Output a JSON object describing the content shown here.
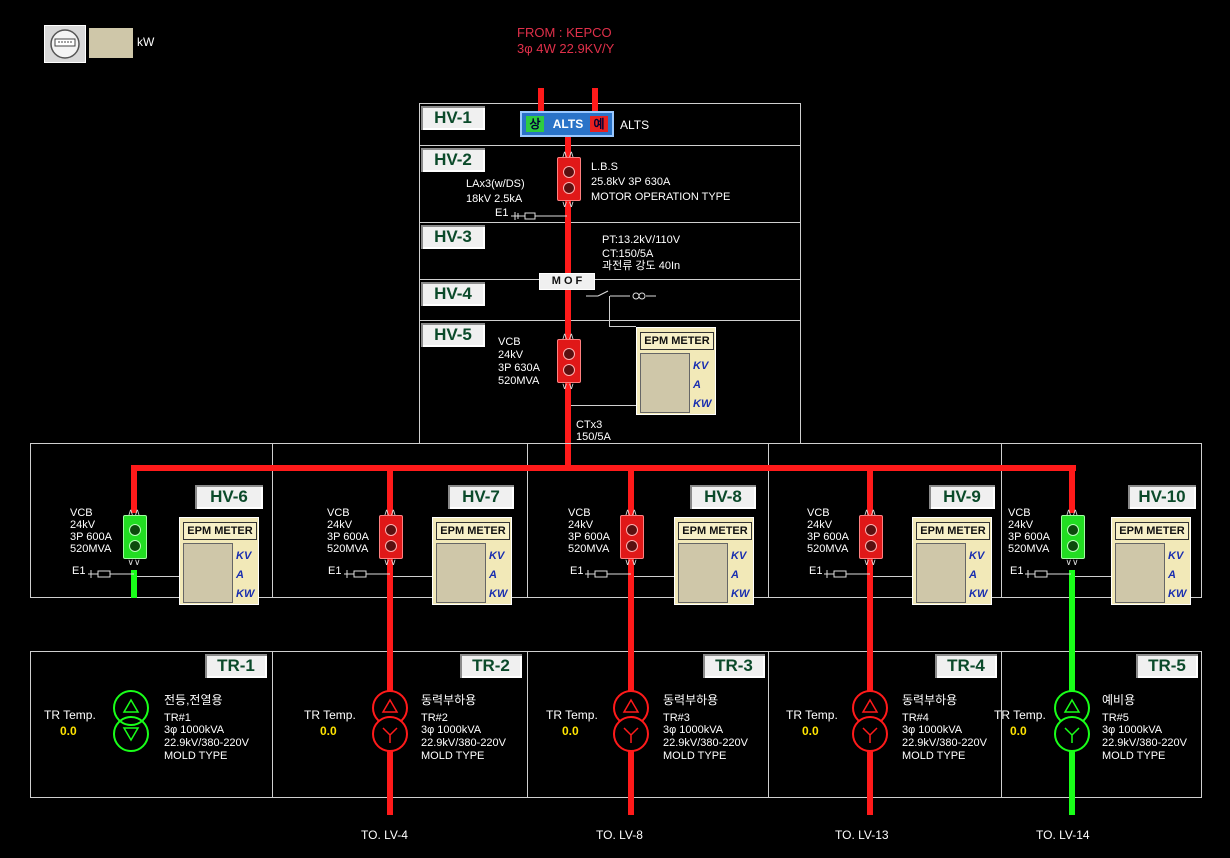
{
  "power_meter": {
    "value": "",
    "unit": "kW"
  },
  "source": {
    "line1": "FROM : KEPCO",
    "line2": "3φ 4W 22.9KV/Y"
  },
  "hv1": {
    "label": "HV-1",
    "alts_left": "상",
    "alts_mid": "ALTS",
    "alts_right": "예",
    "alts_text": "ALTS"
  },
  "hv2": {
    "label": "HV-2",
    "la_line1": "LAx3(w/DS)",
    "la_line2": "18kV 2.5kA",
    "ground": "E1",
    "lbs_line1": "L.B.S",
    "lbs_line2": "25.8kV 3P 630A",
    "lbs_line3": "MOTOR OPERATION TYPE"
  },
  "hv3": {
    "label": "HV-3",
    "pt": "PT:13.2kV/110V",
    "ct": "CT:150/5A",
    "oc": "과전류 강도 40In"
  },
  "hv4": {
    "label": "HV-4",
    "mof": "M O F"
  },
  "hv5": {
    "label": "HV-5",
    "vcb1": "VCB",
    "vcb2": "24kV",
    "vcb3": "3P 630A",
    "vcb4": "520MVA",
    "ct1": "CTx3",
    "ct2": "150/5A"
  },
  "epm": {
    "title": "EPM METER",
    "u1": "KV",
    "u2": "A",
    "u3": "KW"
  },
  "feeders": [
    {
      "label": "HV-6",
      "v1": "VCB",
      "v2": "24kV",
      "v3": "3P 600A",
      "v4": "520MVA",
      "ground": "E1",
      "state": "green"
    },
    {
      "label": "HV-7",
      "v1": "VCB",
      "v2": "24kV",
      "v3": "3P 600A",
      "v4": "520MVA",
      "ground": "E1",
      "state": "red"
    },
    {
      "label": "HV-8",
      "v1": "VCB",
      "v2": "24kV",
      "v3": "3P 600A",
      "v4": "520MVA",
      "ground": "E1",
      "state": "red"
    },
    {
      "label": "HV-9",
      "v1": "VCB",
      "v2": "24kV",
      "v3": "3P 600A",
      "v4": "520MVA",
      "ground": "E1",
      "state": "red"
    },
    {
      "label": "HV-10",
      "v1": "VCB",
      "v2": "24kV",
      "v3": "3P 600A",
      "v4": "520MVA",
      "ground": "E1",
      "state": "green"
    }
  ],
  "transformers": [
    {
      "label": "TR-1",
      "temp_label": "TR Temp.",
      "temp": "0.0",
      "use": "전등,전열용",
      "name": "TR#1",
      "cap": "3φ 1000kVA",
      "volt": "22.9kV/380-220V",
      "type": "MOLD TYPE",
      "state": "green"
    },
    {
      "label": "TR-2",
      "temp_label": "TR Temp.",
      "temp": "0.0",
      "use": "동력부하용",
      "name": "TR#2",
      "cap": "3φ 1000kVA",
      "volt": "22.9kV/380-220V",
      "type": "MOLD TYPE",
      "state": "red"
    },
    {
      "label": "TR-3",
      "temp_label": "TR Temp.",
      "temp": "0.0",
      "use": "동력부하용",
      "name": "TR#3",
      "cap": "3φ 1000kVA",
      "volt": "22.9kV/380-220V",
      "type": "MOLD TYPE",
      "state": "red"
    },
    {
      "label": "TR-4",
      "temp_label": "TR Temp.",
      "temp": "0.0",
      "use": "동력부하용",
      "name": "TR#4",
      "cap": "3φ 1000kVA",
      "volt": "22.9kV/380-220V",
      "type": "MOLD TYPE",
      "state": "red"
    },
    {
      "label": "TR-5",
      "temp_label": "TR Temp.",
      "temp": "0.0",
      "use": "예비용",
      "name": "TR#5",
      "cap": "3φ 1000kVA",
      "volt": "22.9kV/380-220V",
      "type": "MOLD TYPE",
      "state": "green"
    }
  ],
  "outputs": {
    "o1": "TO. LV-4",
    "o2": "TO. LV-8",
    "o3": "TO. LV-13",
    "o4": "TO. LV-14"
  },
  "colors": {
    "live": "#ff1a1a",
    "dead": "#19ff19",
    "label_text": "#0b4a2a",
    "value_yellow": "#ffe400"
  }
}
